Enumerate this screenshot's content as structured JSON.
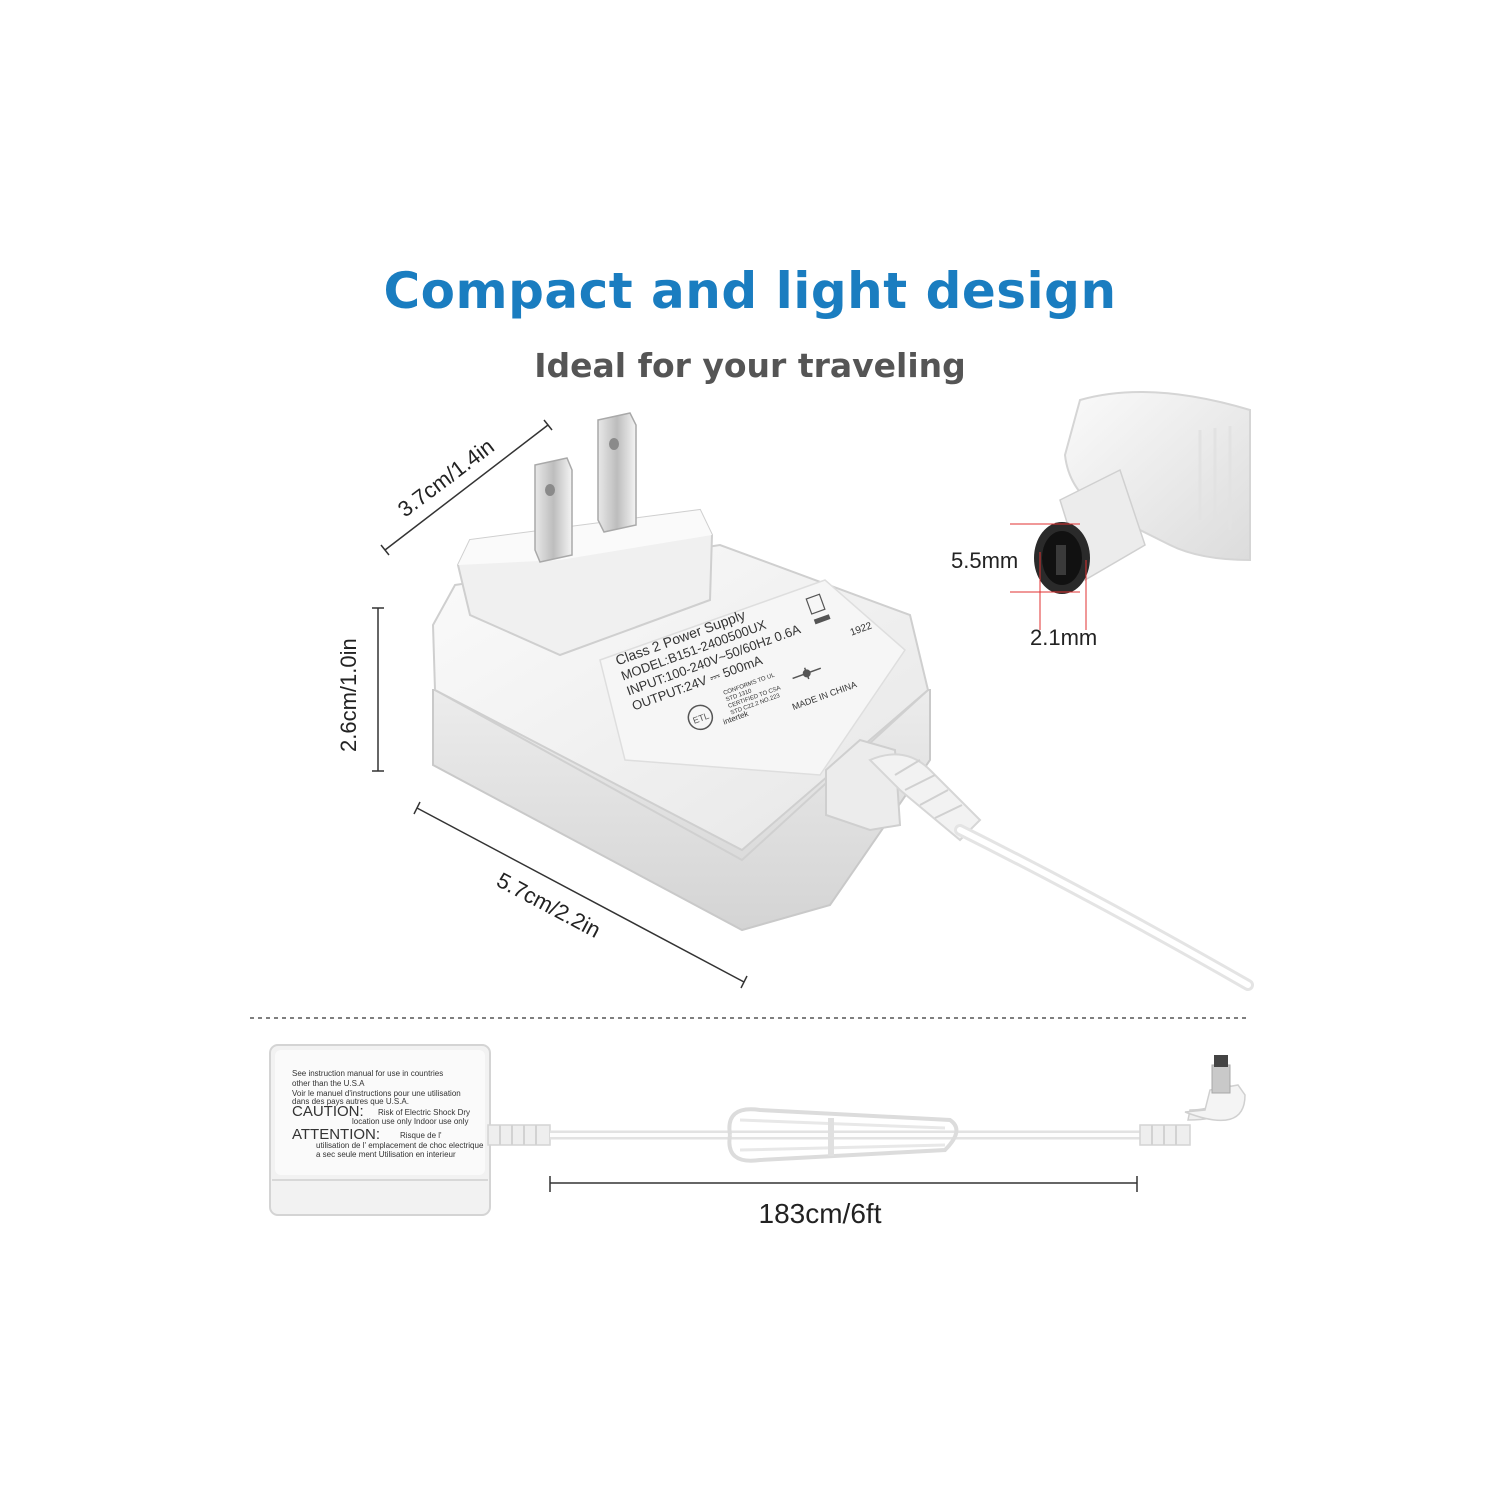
{
  "header": {
    "title": "Compact and light design",
    "subtitle": "Ideal for your traveling"
  },
  "dimensions": {
    "width": "3.7cm/1.4in",
    "height": "2.6cm/1.0in",
    "length": "5.7cm/2.2in",
    "outer_diameter": "5.5mm",
    "inner_diameter": "2.1mm",
    "cable_length": "183cm/6ft"
  },
  "adapter_label": {
    "line1": "Class 2 Power Supply",
    "line2": "MODEL:B151-2400500UX",
    "line3": "INPUT:100-240V~50/60Hz 0.6A",
    "line4": "OUTPUT:24V ⎓ 500mA",
    "made_in": "MADE IN CHINA",
    "date_code": "1922",
    "conforms": "CONFORMS TO UL",
    "std": "STD 1310",
    "certified": "CERTIFIED TO CSA",
    "csa": "STD C22.2 NO.223",
    "intertek": "intertek"
  },
  "back_label": {
    "line1": "See instruction manual for use in countries",
    "line2": "other than the U.S.A",
    "line3": "Voir le manuel d'instructions pour une utilisation",
    "line4": "dans des pays autres que U.S.A.",
    "caution": "CAUTION:",
    "caution_text1": "Risk of Electric Shock Dry",
    "caution_text2": "location use only Indoor use only",
    "attention": "ATTENTION:",
    "attention_text1": "Risque de l'",
    "attention_text2": "utilisation de l' emplacement de choc electrique",
    "attention_text3": "a sec seule ment Utilisation en interieur"
  },
  "colors": {
    "title": "#1a7dc0",
    "subtitle": "#555555",
    "dimension_marker": "#e03030"
  }
}
